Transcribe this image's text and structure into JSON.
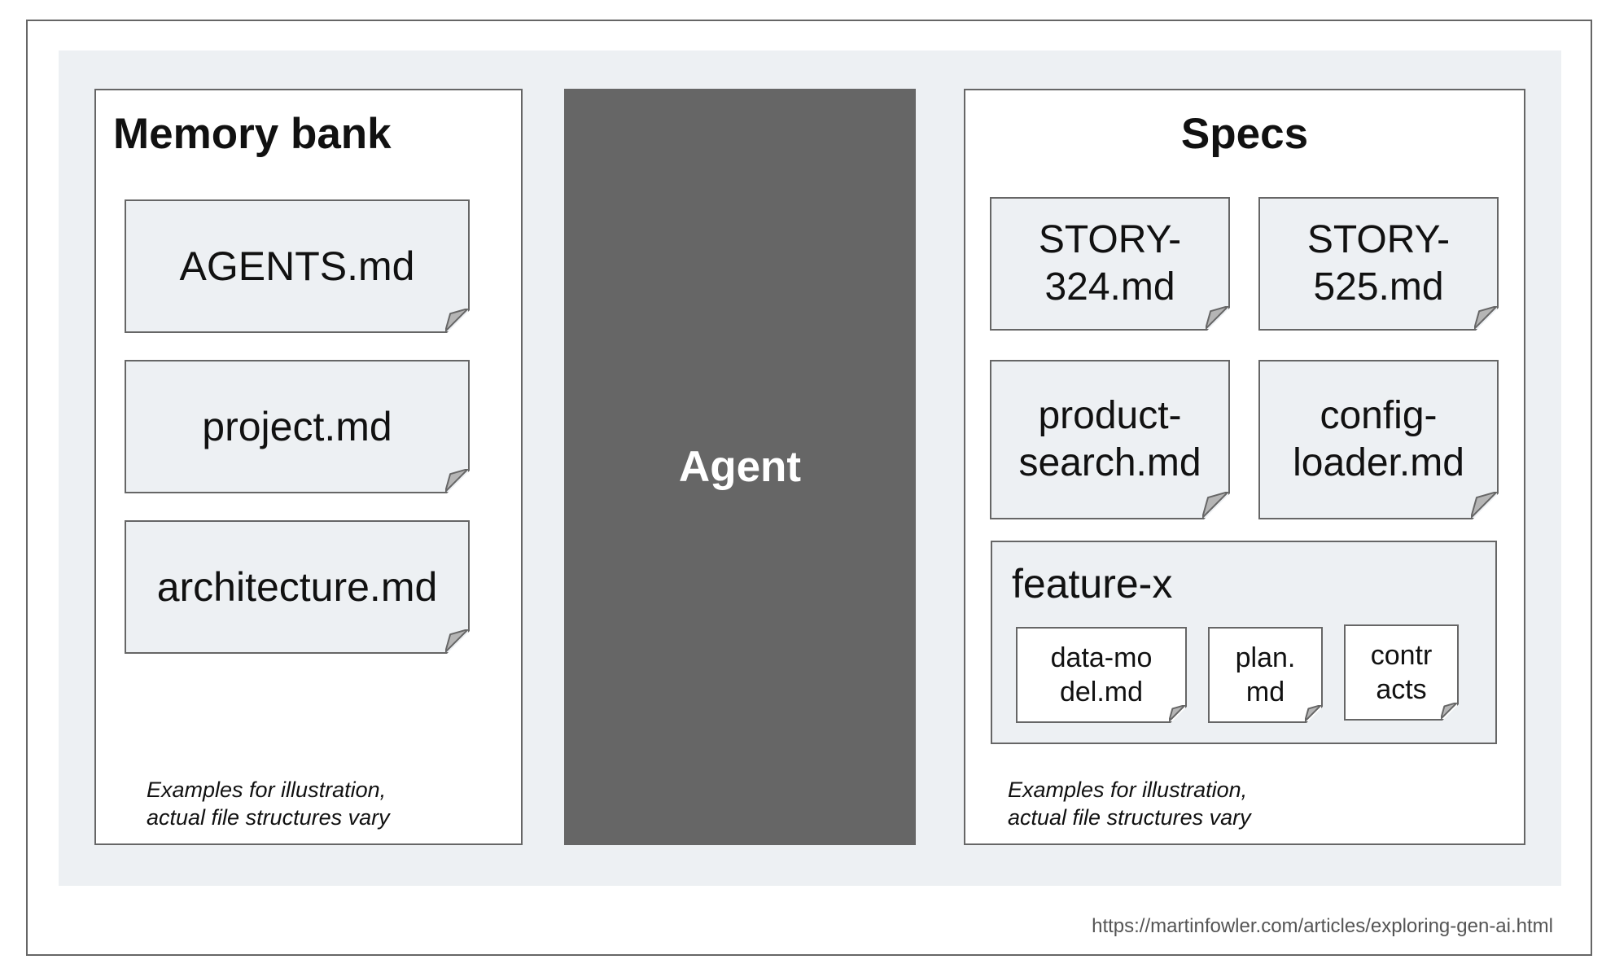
{
  "memory_bank": {
    "title": "Memory bank",
    "files": [
      "AGENTS.md",
      "project.md",
      "architecture.md"
    ],
    "note": "Examples for illustration,\nactual file structures vary"
  },
  "agent": {
    "label": "Agent"
  },
  "specs": {
    "title": "Specs",
    "files": [
      "STORY-\n324.md",
      "STORY-\n525.md",
      "product-\nsearch.md",
      "config-\nloader.md"
    ],
    "group": {
      "title": "feature-x",
      "files": [
        "data-mo\ndel.md",
        "plan.\nmd",
        "contr\nacts"
      ]
    },
    "note": "Examples for illustration,\nactual file structures vary"
  },
  "source_url": "https://martinfowler.com/articles/exploring-gen-ai.html",
  "colors": {
    "panel_background": "#edf0f3",
    "agent_fill": "#666666",
    "border": "#666666",
    "fold": "#b5b5b5"
  }
}
